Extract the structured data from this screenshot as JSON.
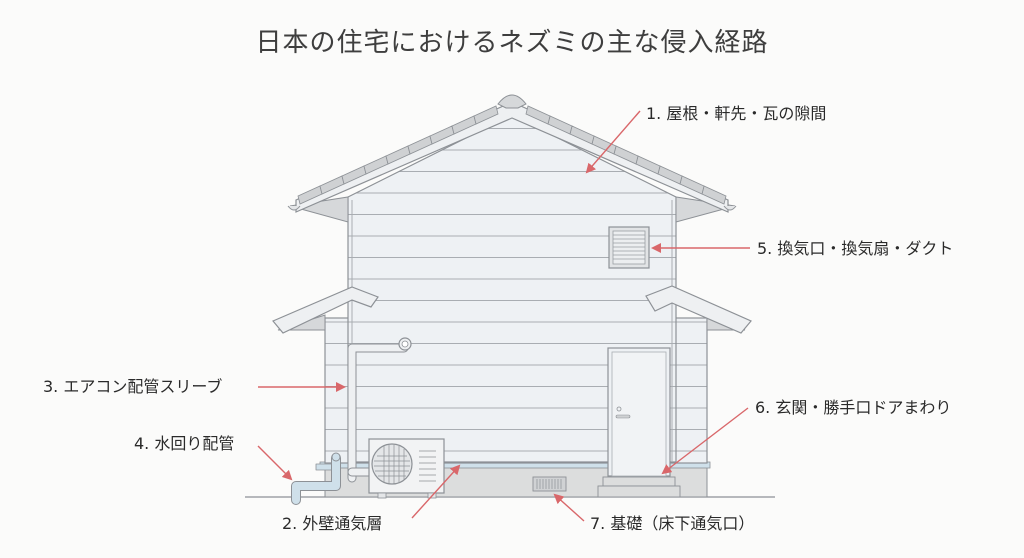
{
  "title": "日本の住宅におけるネズミの主な侵入経路",
  "colors": {
    "background": "#fbfbfa",
    "wall": "#eef1f4",
    "line": "#8d9196",
    "roof_tile": "#cfd1d3",
    "foundation": "#dcdddd",
    "pipe": "#cfe0ea",
    "arrow": "#d9676a",
    "text": "#2a2a2a"
  },
  "labels": [
    {
      "id": 1,
      "text": "1. 屋根・軒先・瓦の隙間"
    },
    {
      "id": 2,
      "text": "2. 外壁通気層"
    },
    {
      "id": 3,
      "text": "3. エアコン配管スリーブ"
    },
    {
      "id": 4,
      "text": "4. 水回り配管"
    },
    {
      "id": 5,
      "text": "5. 換気口・換気扇・ダクト"
    },
    {
      "id": 6,
      "text": "6. 玄関・勝手口ドアまわり"
    },
    {
      "id": 7,
      "text": "7. 基礎（床下通気口）"
    }
  ]
}
